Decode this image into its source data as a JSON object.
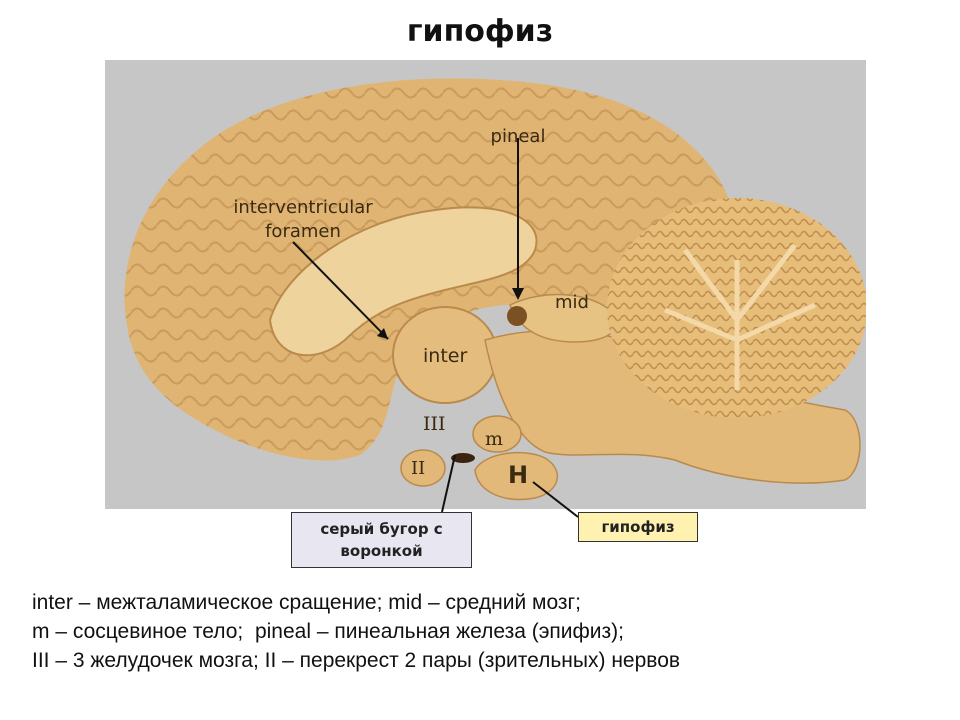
{
  "title": "гипофиз",
  "photo_labels": {
    "interventricular_line1": "interventricular",
    "interventricular_line2": "foramen",
    "pineal": "pineal",
    "mid": "mid",
    "inter": "inter",
    "III": "III",
    "m": "m",
    "II": "II",
    "H": "H"
  },
  "callouts": {
    "tuber_line1": "серый бугор с",
    "tuber_line2": "воронкой",
    "hypophysis": "гипофиз"
  },
  "legend": [
    "inter – межталамическое сращение; mid – средний мозг;",
    "m – сосцевиное тело;  pineal – пинеальная железа (эпифиз);",
    "III – 3 желудочек мозга; II – перекрест 2 пары (зрительных) нервов"
  ],
  "colors": {
    "photo_background": "#c6c6c6",
    "tissue": "#e0b574",
    "tuber_box": "#e7e6f1",
    "hypophysis_box": "#fff2b0"
  }
}
